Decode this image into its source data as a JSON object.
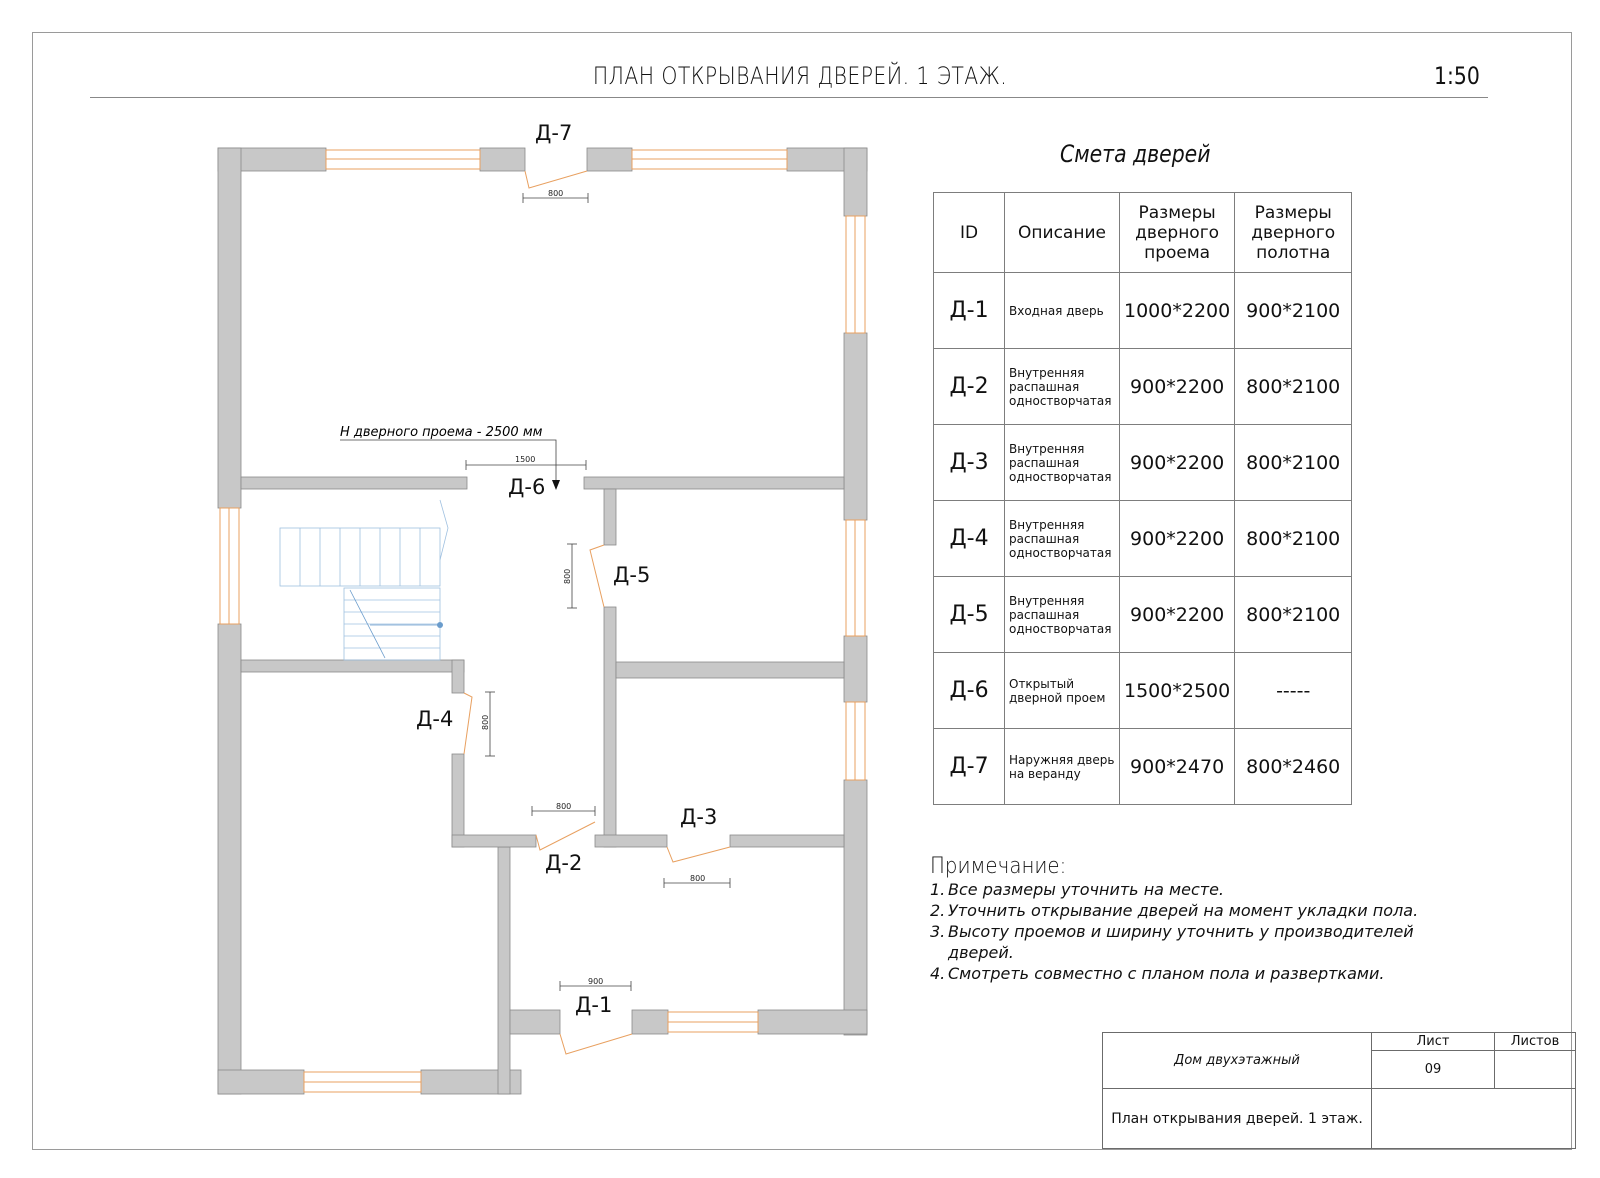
{
  "sheet": {
    "title": "ПЛАН ОТКРЫВАНИЯ ДВЕРЕЙ. 1 ЭТАЖ.",
    "scale": "1:50"
  },
  "plan": {
    "height_note": "Н дверного проема - 2500 мм",
    "doors": [
      {
        "id": "Д-1",
        "dim": "900"
      },
      {
        "id": "Д-2",
        "dim": "800"
      },
      {
        "id": "Д-3",
        "dim": "800"
      },
      {
        "id": "Д-4",
        "dim": "800"
      },
      {
        "id": "Д-5",
        "dim": "800"
      },
      {
        "id": "Д-6",
        "dim": "1500"
      },
      {
        "id": "Д-7",
        "dim": "800"
      }
    ]
  },
  "schedule": {
    "title": "Смета дверей",
    "headers": [
      "ID",
      "Описание",
      "Размеры дверного проема",
      "Размеры дверного полотна"
    ],
    "rows": [
      {
        "id": "Д-1",
        "desc": "Входная дверь",
        "opening": "1000*2200",
        "leaf": "900*2100"
      },
      {
        "id": "Д-2",
        "desc": "Внутренняя распашная одностворчатая",
        "opening": "900*2200",
        "leaf": "800*2100"
      },
      {
        "id": "Д-3",
        "desc": "Внутренняя распашная одностворчатая",
        "opening": "900*2200",
        "leaf": "800*2100"
      },
      {
        "id": "Д-4",
        "desc": "Внутренняя распашная одностворчатая",
        "opening": "900*2200",
        "leaf": "800*2100"
      },
      {
        "id": "Д-5",
        "desc": "Внутренняя распашная одностворчатая",
        "opening": "900*2200",
        "leaf": "800*2100"
      },
      {
        "id": "Д-6",
        "desc": "Открытый дверной проем",
        "opening": "1500*2500",
        "leaf": "-----"
      },
      {
        "id": "Д-7",
        "desc": "Наружняя дверь на веранду",
        "opening": "900*2470",
        "leaf": "800*2460"
      }
    ]
  },
  "notes": {
    "title": "Примечание:",
    "items": [
      {
        "n": "1.",
        "text": "Все размеры уточнить на месте."
      },
      {
        "n": "2.",
        "text": "Уточнить открывание дверей на момент укладки пола."
      },
      {
        "n": "3.",
        "text": "Высоту проемов и ширину уточнить у производителей дверей."
      },
      {
        "n": "4.",
        "text": "Смотреть совместно с планом пола и развертками."
      }
    ]
  },
  "stamp": {
    "project": "Дом двухэтажный",
    "sheet_label": "Лист",
    "sheets_label": "Листов",
    "sheet_number": "09",
    "sheet_title": "План открывания дверей. 1 этаж."
  },
  "colors": {
    "wall": "#c8c8c8",
    "line": "#7a7a7a",
    "door_swing": "#e8a060",
    "stair": "#9fc0e0"
  }
}
